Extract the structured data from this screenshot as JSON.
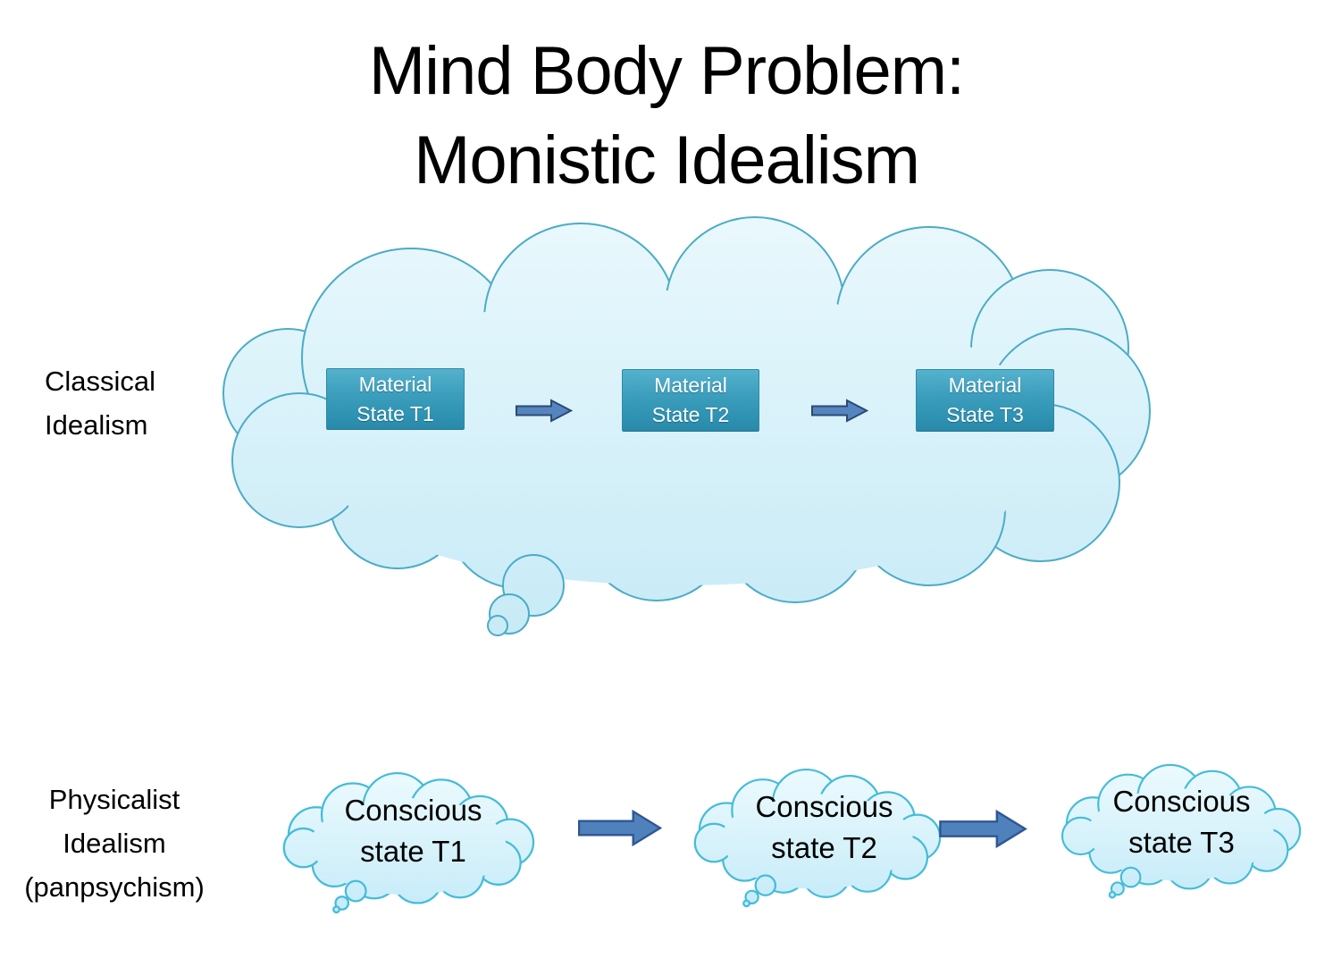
{
  "title": {
    "line1": "Mind Body Problem:",
    "line2": "Monistic Idealism"
  },
  "classical": {
    "label": {
      "line1": "Classical",
      "line2": "Idealism"
    },
    "boxes": [
      {
        "line1": "Material",
        "line2": "State T1"
      },
      {
        "line1": "Material",
        "line2": "State T2"
      },
      {
        "line1": "Material",
        "line2": "State T3"
      }
    ]
  },
  "physicalist": {
    "label": {
      "line1": "Physicalist",
      "line2": "Idealism",
      "line3": "(panpsychism)"
    },
    "clouds": [
      {
        "line1": "Conscious",
        "line2": "state T1"
      },
      {
        "line1": "Conscious",
        "line2": "state T2"
      },
      {
        "line1": "Conscious",
        "line2": "state T3"
      }
    ]
  },
  "colors": {
    "background": "#ffffff",
    "large_cloud_stroke": "#4bacc6",
    "large_cloud_fill_top": "#e9f8fd",
    "large_cloud_fill_bottom": "#c6eaf6",
    "small_cloud_stroke": "#45bcd9",
    "small_cloud_fill_top": "#edfbfe",
    "small_cloud_fill_bottom": "#c3eaf8",
    "material_box_fill_top": "#54b2cd",
    "material_box_fill_bottom": "#2a89a8",
    "material_box_border": "#2e89a6",
    "material_box_text": "#ffffff",
    "arrow_fill": "#4f81bd",
    "arrow_stroke": "#2f5694",
    "text": "#000000"
  }
}
